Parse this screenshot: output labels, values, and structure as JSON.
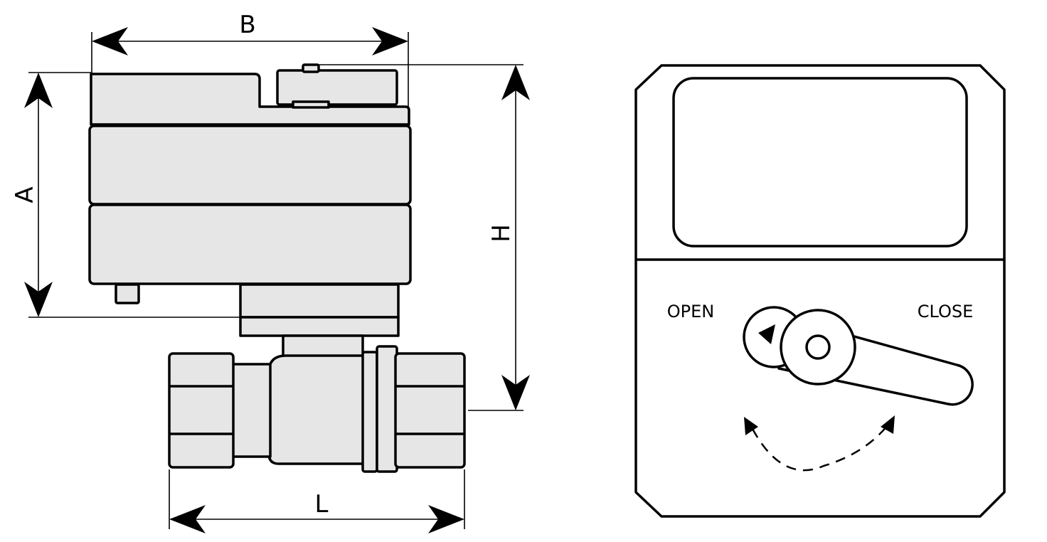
{
  "dimensions": {
    "a": "A",
    "b": "B",
    "h": "H",
    "l": "L"
  },
  "front_view": {
    "open_label": "OPEN",
    "close_label": "CLOSE"
  }
}
